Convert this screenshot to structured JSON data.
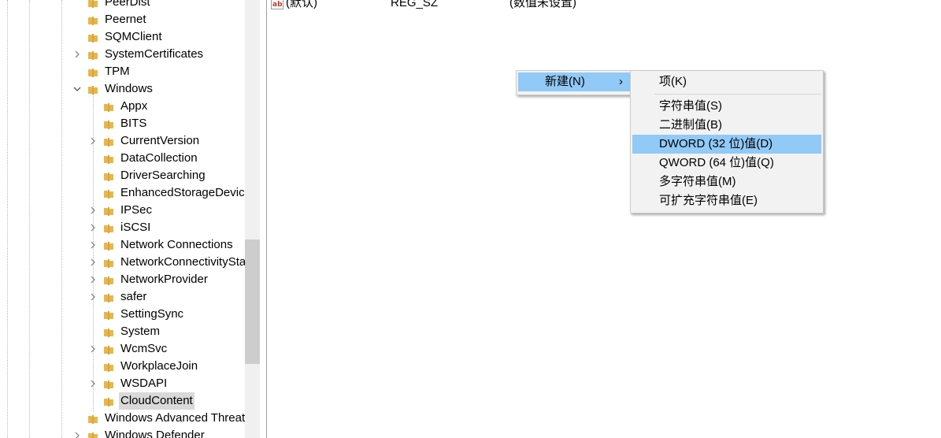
{
  "tree": {
    "items": [
      {
        "label": "PeerDist",
        "expandable": false
      },
      {
        "label": "Peernet",
        "expandable": false
      },
      {
        "label": "SQMClient",
        "expandable": false
      },
      {
        "label": "SystemCertificates",
        "expandable": true
      },
      {
        "label": "TPM",
        "expandable": false
      },
      {
        "label": "Windows",
        "expandable": true,
        "expanded": true
      },
      {
        "label": "Appx",
        "expandable": false
      },
      {
        "label": "BITS",
        "expandable": false
      },
      {
        "label": "CurrentVersion",
        "expandable": true
      },
      {
        "label": "DataCollection",
        "expandable": false
      },
      {
        "label": "DriverSearching",
        "expandable": false
      },
      {
        "label": "EnhancedStorageDevices",
        "expandable": false
      },
      {
        "label": "IPSec",
        "expandable": true
      },
      {
        "label": "iSCSI",
        "expandable": true
      },
      {
        "label": "Network Connections",
        "expandable": true
      },
      {
        "label": "NetworkConnectivityStatusIndicator",
        "expandable": true
      },
      {
        "label": "NetworkProvider",
        "expandable": true
      },
      {
        "label": "safer",
        "expandable": true
      },
      {
        "label": "SettingSync",
        "expandable": false
      },
      {
        "label": "System",
        "expandable": false
      },
      {
        "label": "WcmSvc",
        "expandable": true
      },
      {
        "label": "WorkplaceJoin",
        "expandable": false
      },
      {
        "label": "WSDAPI",
        "expandable": true
      },
      {
        "label": "CloudContent",
        "expandable": false,
        "selected": true
      },
      {
        "label": "Windows Advanced Threat Protection",
        "expandable": false
      },
      {
        "label": "Windows Defender",
        "expandable": true
      }
    ]
  },
  "values": {
    "rows": [
      {
        "name": "(默认)",
        "type": "REG_SZ",
        "data": "(数值未设置)",
        "icon": "string-value-icon"
      }
    ]
  },
  "context_menu": {
    "items": [
      {
        "label": "新建(N)",
        "has_submenu": true,
        "highlighted": true
      }
    ]
  },
  "submenu": {
    "items": [
      {
        "label": "项(K)"
      },
      {
        "separator": true
      },
      {
        "label": "字符串值(S)"
      },
      {
        "label": "二进制值(B)"
      },
      {
        "label": "DWORD (32 位)值(D)",
        "highlighted": true
      },
      {
        "label": "QWORD (64 位)值(Q)"
      },
      {
        "label": "多字符串值(M)"
      },
      {
        "label": "可扩充字符串值(E)"
      }
    ]
  },
  "colors": {
    "folder": "#e8b74a",
    "menu_highlight": "#91c9f7",
    "selection": "#d9d9d9"
  }
}
